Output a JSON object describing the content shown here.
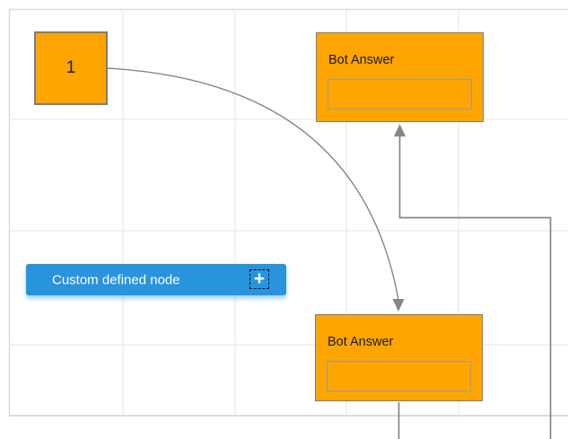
{
  "diagram": {
    "nodes": {
      "square": {
        "label": "1"
      },
      "bot_answer_top": {
        "title": "Bot Answer"
      },
      "bot_answer_bottom": {
        "title": "Bot Answer"
      },
      "custom": {
        "label": "Custom defined node",
        "plus_icon": "+"
      }
    }
  },
  "colors": {
    "node_orange": "#FFA500",
    "node_border": "#7D7D7D",
    "inner_box_border": "#9C9C9C",
    "custom_blue": "#2894DE",
    "connector_gray": "#868686",
    "grid_line": "#E4E4E4",
    "canvas_border": "#DBDBDB",
    "label_dark": "#1A1A1A",
    "label_light": "#FFFFFF"
  }
}
